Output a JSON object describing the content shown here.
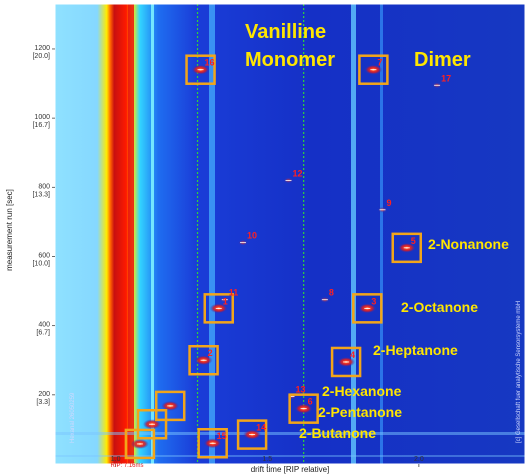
{
  "chart_data": {
    "type": "heatmap",
    "title": "",
    "xlabel": "drift time [RIP relative]",
    "ylabel": "measurement run [sec]",
    "xlim": [
      0.8,
      2.35
    ],
    "ylim": [
      0,
      1330
    ],
    "x_ticks": [
      {
        "value": 1.0,
        "label": "1.0"
      },
      {
        "value": 1.5,
        "label": "1.5"
      },
      {
        "value": 2.0,
        "label": "2.0"
      }
    ],
    "y_ticks": [
      {
        "value": 200,
        "label": "200",
        "sub": "[3.3]"
      },
      {
        "value": 400,
        "label": "400",
        "sub": "[6.7]"
      },
      {
        "value": 600,
        "label": "600",
        "sub": "[10.0]"
      },
      {
        "value": 800,
        "label": "800",
        "sub": "[13.3]"
      },
      {
        "value": 1000,
        "label": "1000",
        "sub": "[16.7]"
      },
      {
        "value": 1200,
        "label": "1200",
        "sub": "[20.0]"
      }
    ],
    "rip_note": "RIP: 7.16ms",
    "left_note": "Hexanal 26050259",
    "right_note": "[c] Gesellschaft fuer analytische Sensorsysteme mbH",
    "reference_lines": [
      1.27,
      1.62
    ],
    "peaks": [
      {
        "id": "16",
        "x": 1.28,
        "y": 1140,
        "label": "Vanilline Monomer",
        "boxed": true
      },
      {
        "id": "7",
        "x": 1.85,
        "y": 1140,
        "label": "Dimer",
        "boxed": true
      },
      {
        "id": "17",
        "x": 2.06,
        "y": 1095,
        "label": "",
        "boxed": false
      },
      {
        "id": "12",
        "x": 1.57,
        "y": 820,
        "label": "",
        "boxed": false
      },
      {
        "id": "9",
        "x": 1.88,
        "y": 735,
        "label": "",
        "boxed": false
      },
      {
        "id": "10",
        "x": 1.42,
        "y": 640,
        "label": "",
        "boxed": false
      },
      {
        "id": "5",
        "x": 1.96,
        "y": 625,
        "label": "2-Nonanone",
        "boxed": true
      },
      {
        "id": "11",
        "x": 1.36,
        "y": 475,
        "label": "",
        "boxed": false
      },
      {
        "id": "8",
        "x": 1.69,
        "y": 475,
        "label": "",
        "boxed": false
      },
      {
        "id": "1",
        "x": 1.34,
        "y": 450,
        "label": "",
        "boxed": true
      },
      {
        "id": "3",
        "x": 1.83,
        "y": 450,
        "label": "2-Octanone",
        "boxed": true
      },
      {
        "id": "2",
        "x": 1.29,
        "y": 300,
        "label": "",
        "boxed": true
      },
      {
        "id": "4",
        "x": 1.76,
        "y": 295,
        "label": "2-Heptanone",
        "boxed": true
      },
      {
        "id": "13",
        "x": 1.58,
        "y": 195,
        "label": "",
        "boxed": false
      },
      {
        "id": "6",
        "x": 1.62,
        "y": 160,
        "label": "2-Hexanone",
        "boxed": true
      },
      {
        "id": "",
        "x": 1.18,
        "y": 168,
        "label": "",
        "boxed": true
      },
      {
        "id": "14",
        "x": 1.45,
        "y": 85,
        "label": "2-Pentanone",
        "boxed": true
      },
      {
        "id": "",
        "x": 1.12,
        "y": 115,
        "label": "",
        "boxed": true
      },
      {
        "id": "15",
        "x": 1.32,
        "y": 60,
        "label": "",
        "boxed": true
      },
      {
        "id": "",
        "x": 1.08,
        "y": 58,
        "label": "2-Butanone",
        "boxed": true
      }
    ]
  },
  "annotations": {
    "vanilline_1": "Vanilline",
    "vanilline_2": "Monomer",
    "dimer": "Dimer",
    "nonanone": "2-Nonanone",
    "octanone": "2-Octanone",
    "heptanone": "2-Heptanone",
    "hexanone": "2-Hexanone",
    "pentanone": "2-Pentanone",
    "butanone": "2-Butanone"
  },
  "colors": {
    "background": "#1633c9",
    "frame": "#ffffff",
    "box": "#f2a51a",
    "label": "#ffe600",
    "peak_num": "#ff2020",
    "guide": "#2fd13a"
  }
}
